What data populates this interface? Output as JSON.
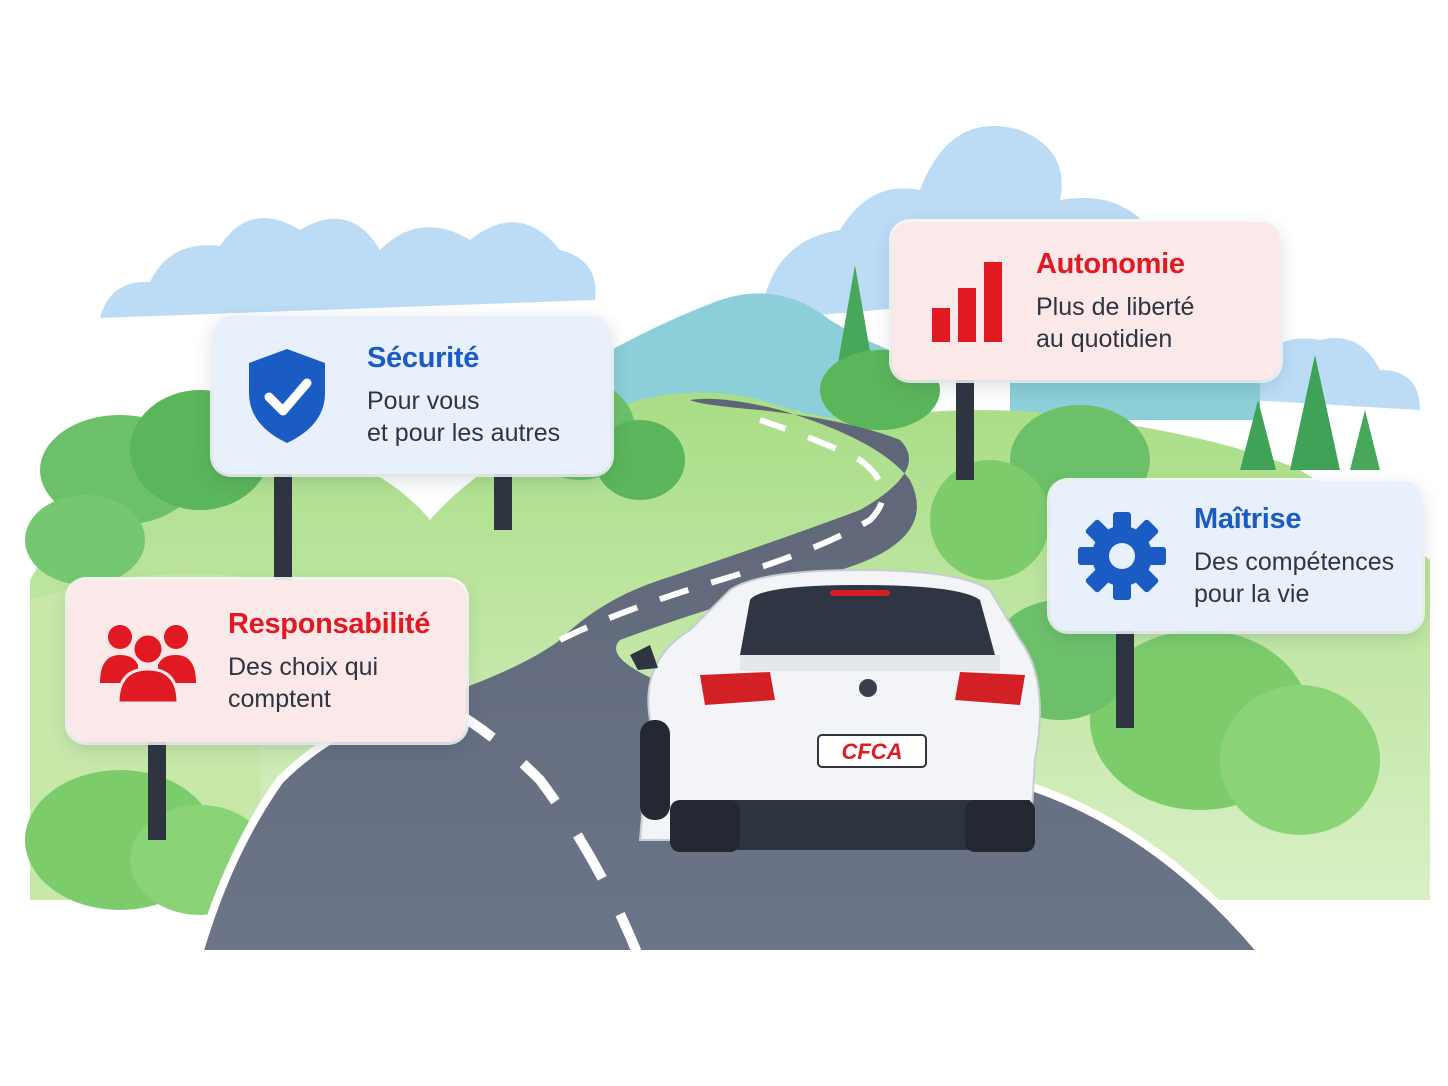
{
  "illustration": {
    "car": {
      "plate_text": "CFCA"
    }
  },
  "signs": {
    "securite": {
      "title": "Sécurité",
      "line1": "Pour vous",
      "line2": "et pour les autres",
      "icon": "shield-check-icon",
      "accent_color": "#1a5bc4"
    },
    "autonomie": {
      "title": "Autonomie",
      "line1": "Plus de liberté",
      "line2": "au quotidien",
      "icon": "bar-chart-icon",
      "accent_color": "#e01923"
    },
    "maitrise": {
      "title": "Maîtrise",
      "line1": "Des compétences",
      "line2": "pour la vie",
      "icon": "gear-icon",
      "accent_color": "#1a5bc4"
    },
    "responsabilite": {
      "title": "Responsabilité",
      "line1": "Des choix qui",
      "line2": "comptent",
      "icon": "people-group-icon",
      "accent_color": "#e01923"
    }
  }
}
